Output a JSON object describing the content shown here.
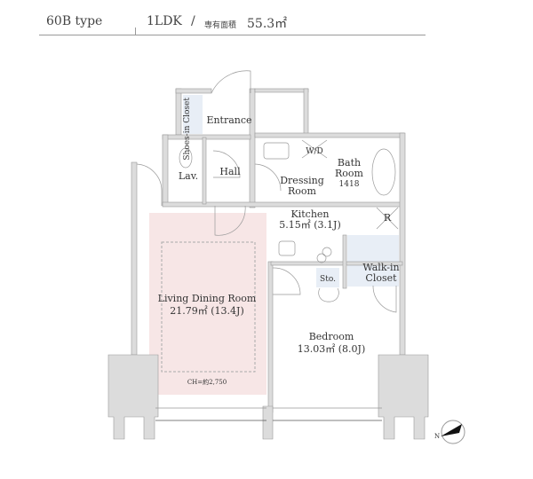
{
  "header": {
    "type": "60B type",
    "layout": "1LDK",
    "separator": "/",
    "area_label": "専有面積",
    "area_value": "55.3㎡"
  },
  "rooms": {
    "shoes_closet": "Shoes-in Closet",
    "entrance": "Entrance",
    "lav": "Lav.",
    "hall": "Hall",
    "wd": "W/D",
    "dressing": "Dressing Room",
    "bath": "Bath Room",
    "bath_size": "1418",
    "kitchen": "Kitchen",
    "kitchen_area": "5.15㎡ (3.1J)",
    "refrigerator": "R",
    "storage": "Sto.",
    "walkin": "Walk-in Closet",
    "ldr": "Living Dining Room",
    "ldr_area": "21.79㎡ (13.4J)",
    "ceiling": "CH=約2,750",
    "bedroom": "Bedroom",
    "bedroom_area": "13.03㎡ (8.0J)"
  },
  "compass": {
    "label": "N"
  },
  "colors": {
    "wall": "#dcdcdc",
    "ldr": "#f7e6e6",
    "closet": "#e8eef6"
  }
}
